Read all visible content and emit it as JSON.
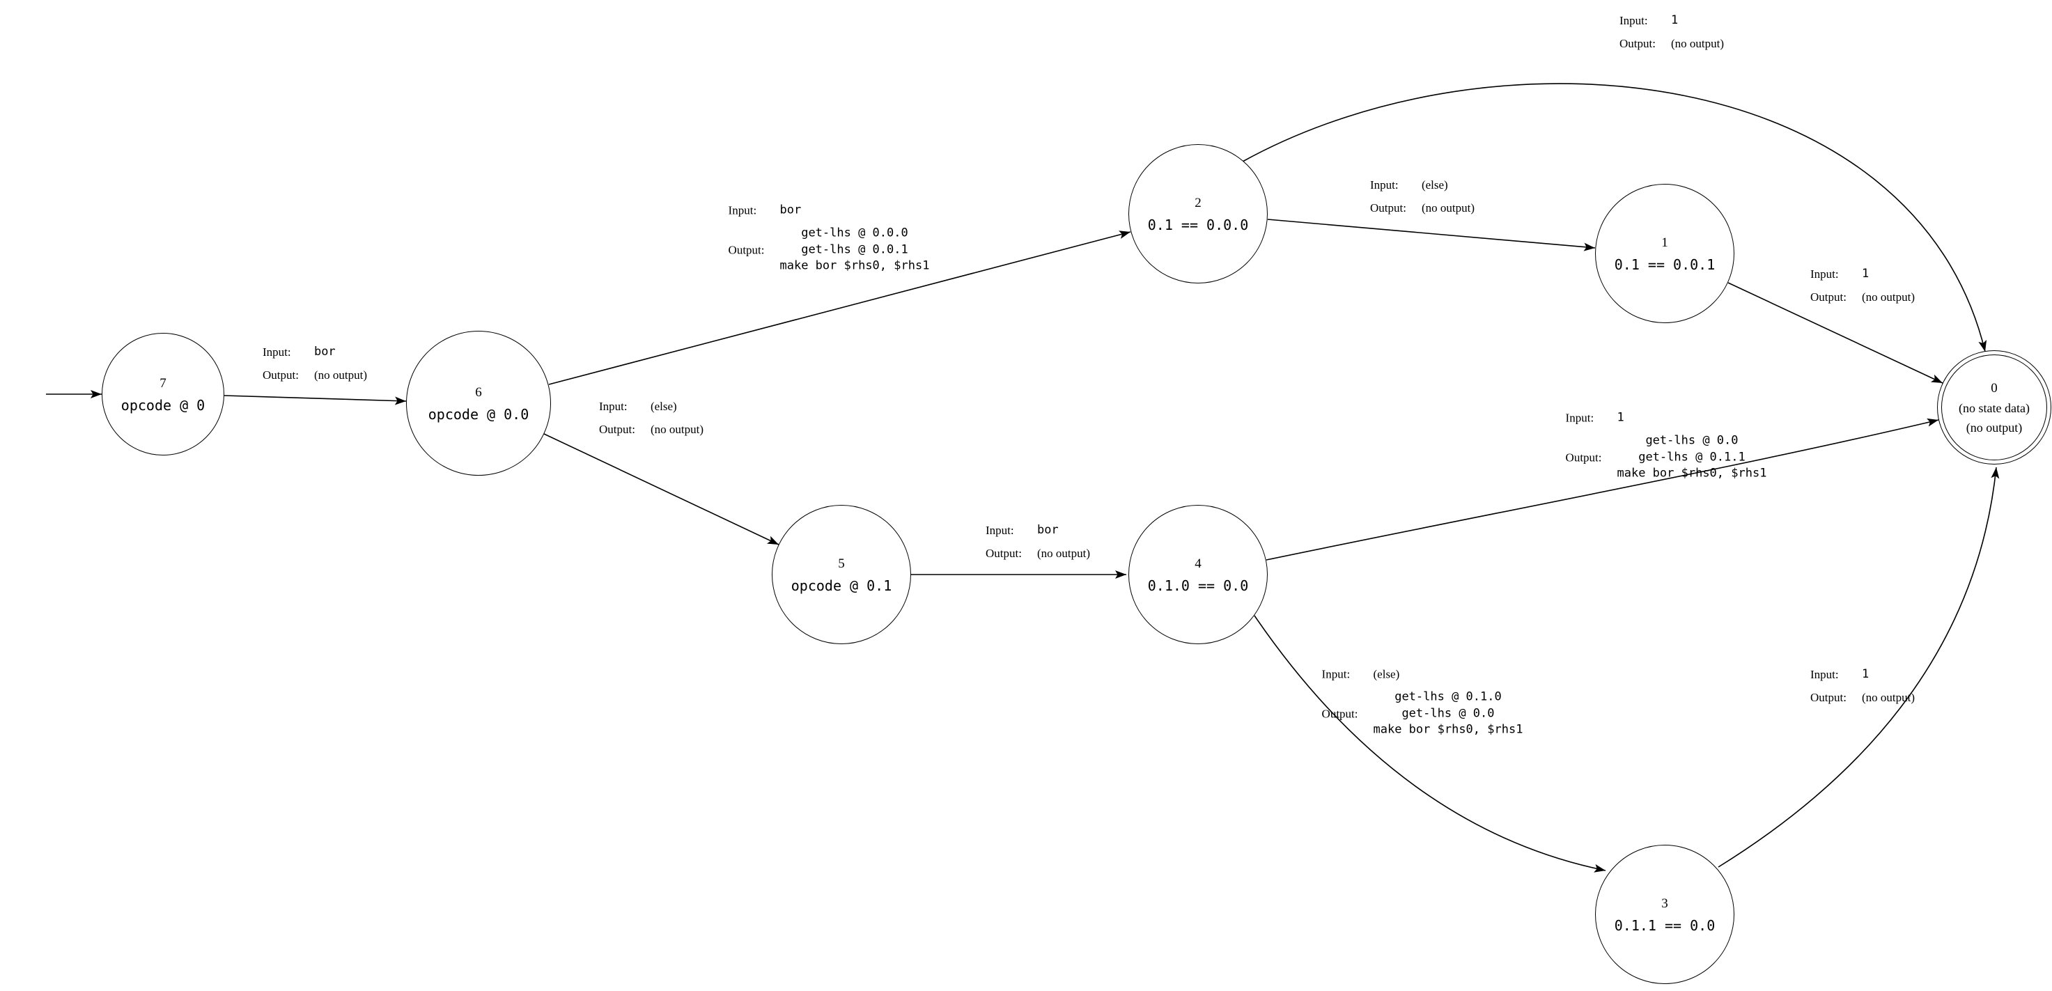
{
  "labels": {
    "input_key": "Input:",
    "output_key": "Output:"
  },
  "states": {
    "s7": {
      "id": "7",
      "label": "opcode @ 0"
    },
    "s6": {
      "id": "6",
      "label": "opcode @ 0.0"
    },
    "s5": {
      "id": "5",
      "label": "opcode @ 0.1"
    },
    "s4": {
      "id": "4",
      "label": "0.1.0 == 0.0"
    },
    "s2": {
      "id": "2",
      "label": "0.1 == 0.0.0"
    },
    "s1": {
      "id": "1",
      "label": "0.1 == 0.0.1"
    },
    "s3": {
      "id": "3",
      "label": "0.1.1 == 0.0"
    },
    "s0": {
      "id": "0",
      "line1": "(no state data)",
      "line2": "(no output)"
    }
  },
  "edges": {
    "start": {
      "to": "7"
    },
    "e7_6": {
      "from": "7",
      "to": "6",
      "input": "bor",
      "out": [
        "(no output)"
      ]
    },
    "e6_2": {
      "from": "6",
      "to": "2",
      "input": "bor",
      "out": [
        "get-lhs @ 0.0.0",
        "get-lhs @ 0.0.1",
        "make bor $rhs0, $rhs1"
      ]
    },
    "e6_5": {
      "from": "6",
      "to": "5",
      "input": "(else)",
      "out": [
        "(no output)"
      ]
    },
    "e5_4": {
      "from": "5",
      "to": "4",
      "input": "bor",
      "out": [
        "(no output)"
      ]
    },
    "e2_1": {
      "from": "2",
      "to": "1",
      "input": "(else)",
      "out": [
        "(no output)"
      ]
    },
    "e2_0": {
      "from": "2",
      "to": "0",
      "input": "1",
      "out": [
        "(no output)"
      ]
    },
    "e1_0": {
      "from": "1",
      "to": "0",
      "input": "1",
      "out": [
        "(no output)"
      ]
    },
    "e4_0": {
      "from": "4",
      "to": "0",
      "input": "1",
      "out": [
        "get-lhs @ 0.0",
        "get-lhs @ 0.1.1",
        "make bor $rhs0, $rhs1"
      ]
    },
    "e4_3": {
      "from": "4",
      "to": "3",
      "input": "(else)",
      "out": [
        "get-lhs @ 0.1.0",
        "get-lhs @ 0.0",
        "make bor $rhs0, $rhs1"
      ]
    },
    "e3_0": {
      "from": "3",
      "to": "0",
      "input": "1",
      "out": [
        "(no output)"
      ]
    }
  }
}
